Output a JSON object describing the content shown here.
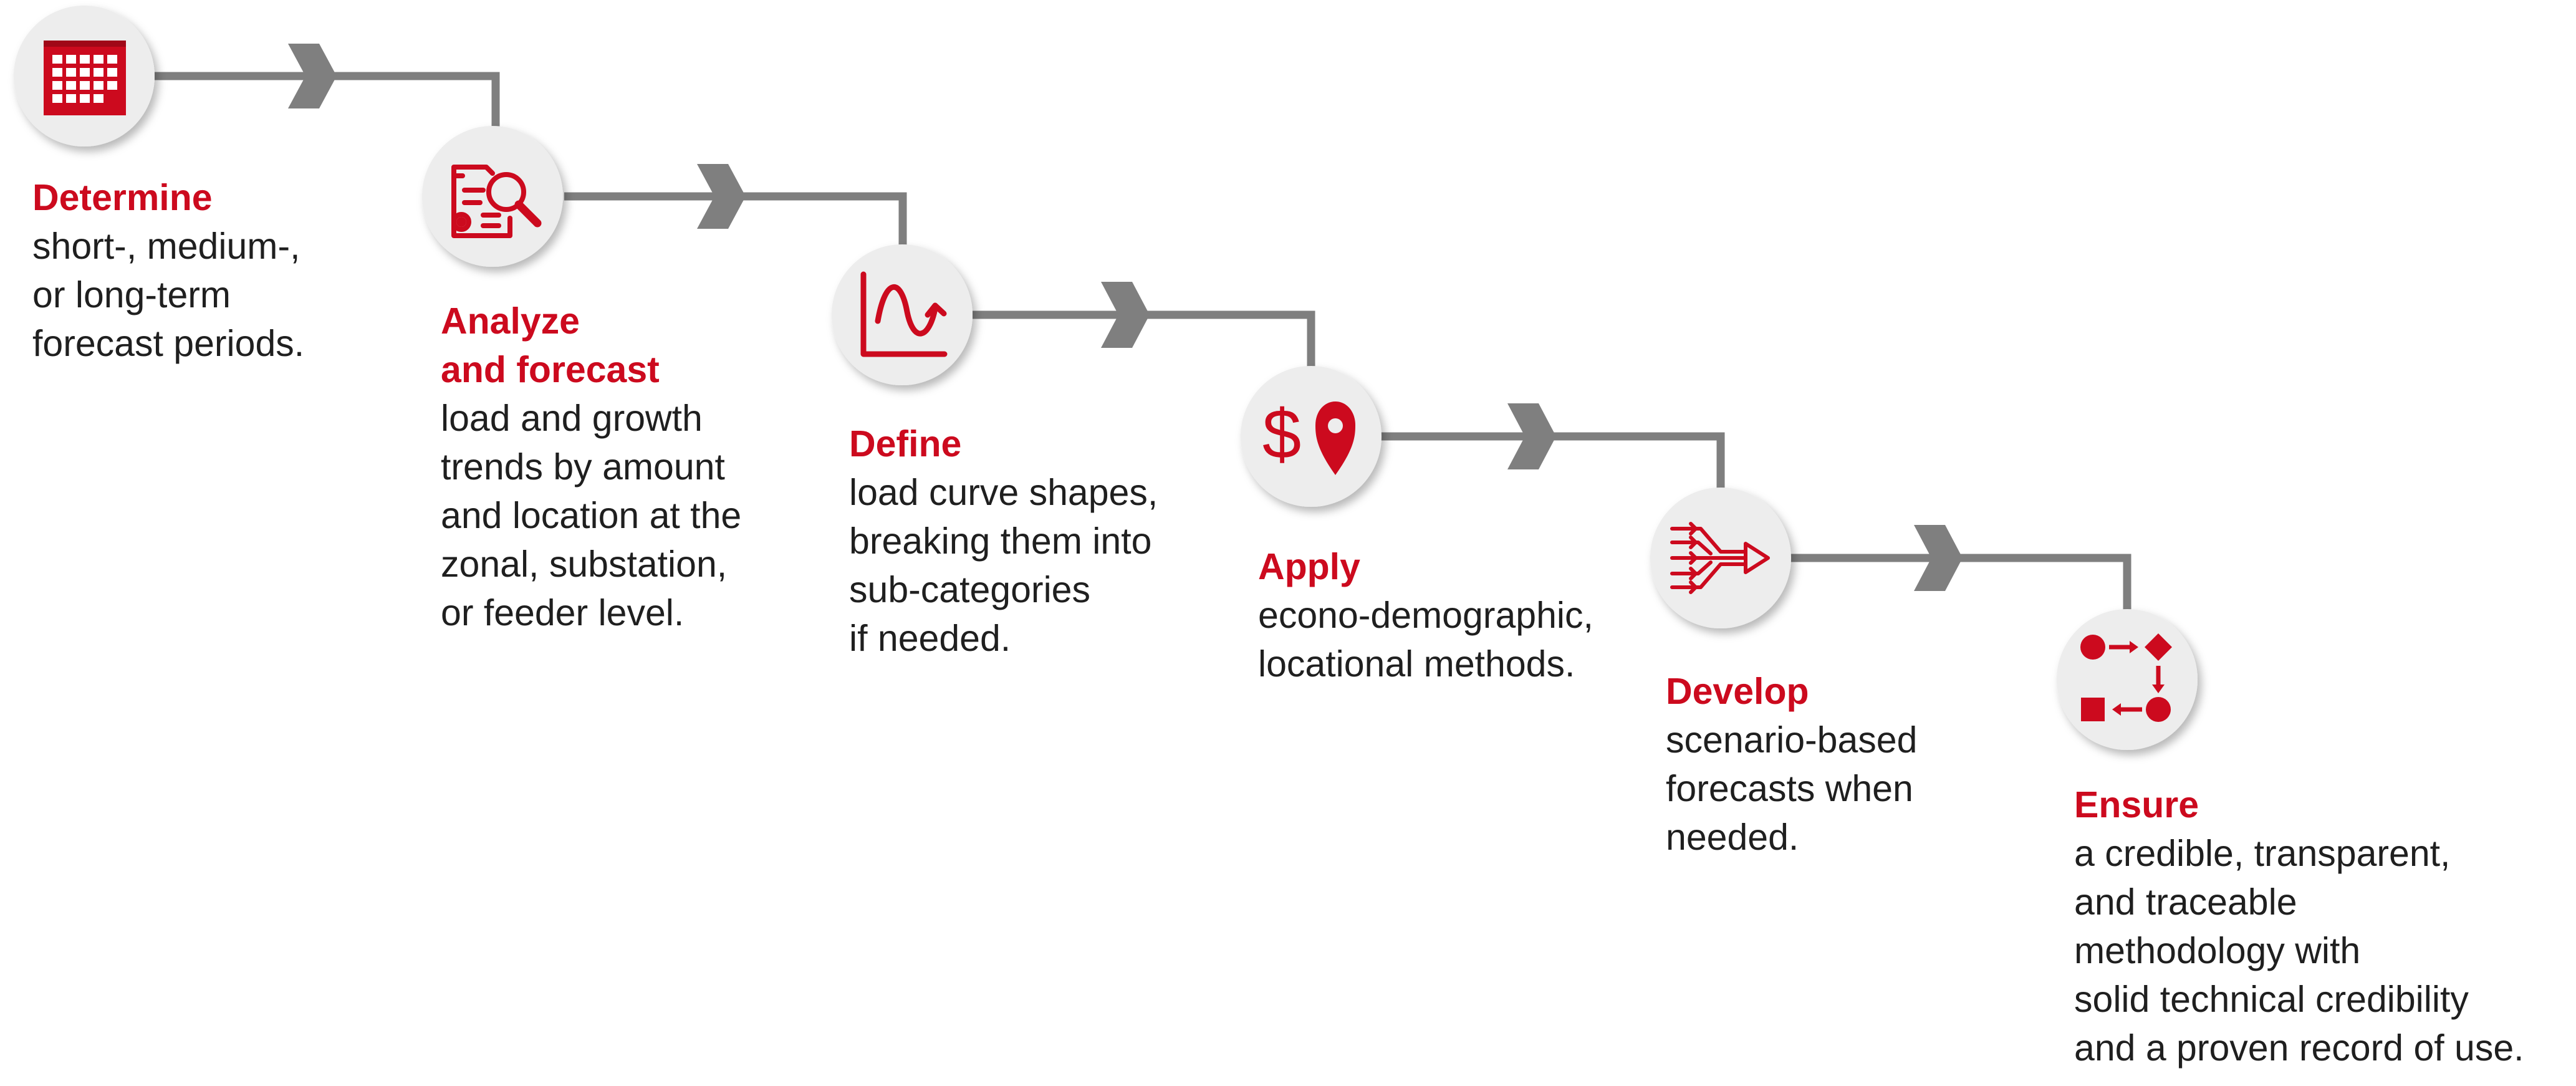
{
  "colors": {
    "accent": "#cc0a1e",
    "connector": "#7f7f7f",
    "circle_fill": "#ededed",
    "text": "#1f1f1f"
  },
  "steps": [
    {
      "id": "determine",
      "icon": "calendar-icon",
      "title": "Determine",
      "body": "short-, medium-,\nor long-term\nforecast periods."
    },
    {
      "id": "analyze",
      "icon": "document-search-icon",
      "title": "Analyze\nand forecast",
      "body": "load and growth\ntrends by amount\nand location at the\nzonal, substation,\nor feeder level."
    },
    {
      "id": "define",
      "icon": "load-curve-icon",
      "title": "Define",
      "body": "load curve shapes,\nbreaking them into\nsub-categories\nif needed."
    },
    {
      "id": "apply",
      "icon": "dollar-location-icon",
      "title": "Apply",
      "body": "econo-demographic,\nlocational methods."
    },
    {
      "id": "develop",
      "icon": "branching-arrows-icon",
      "title": "Develop",
      "body": "scenario-based\nforecasts when\nneeded."
    },
    {
      "id": "ensure",
      "icon": "process-flow-icon",
      "title": "Ensure",
      "body": "a credible, transparent,\nand traceable\nmethodology with\nsolid technical credibility\nand a proven record of use."
    }
  ]
}
